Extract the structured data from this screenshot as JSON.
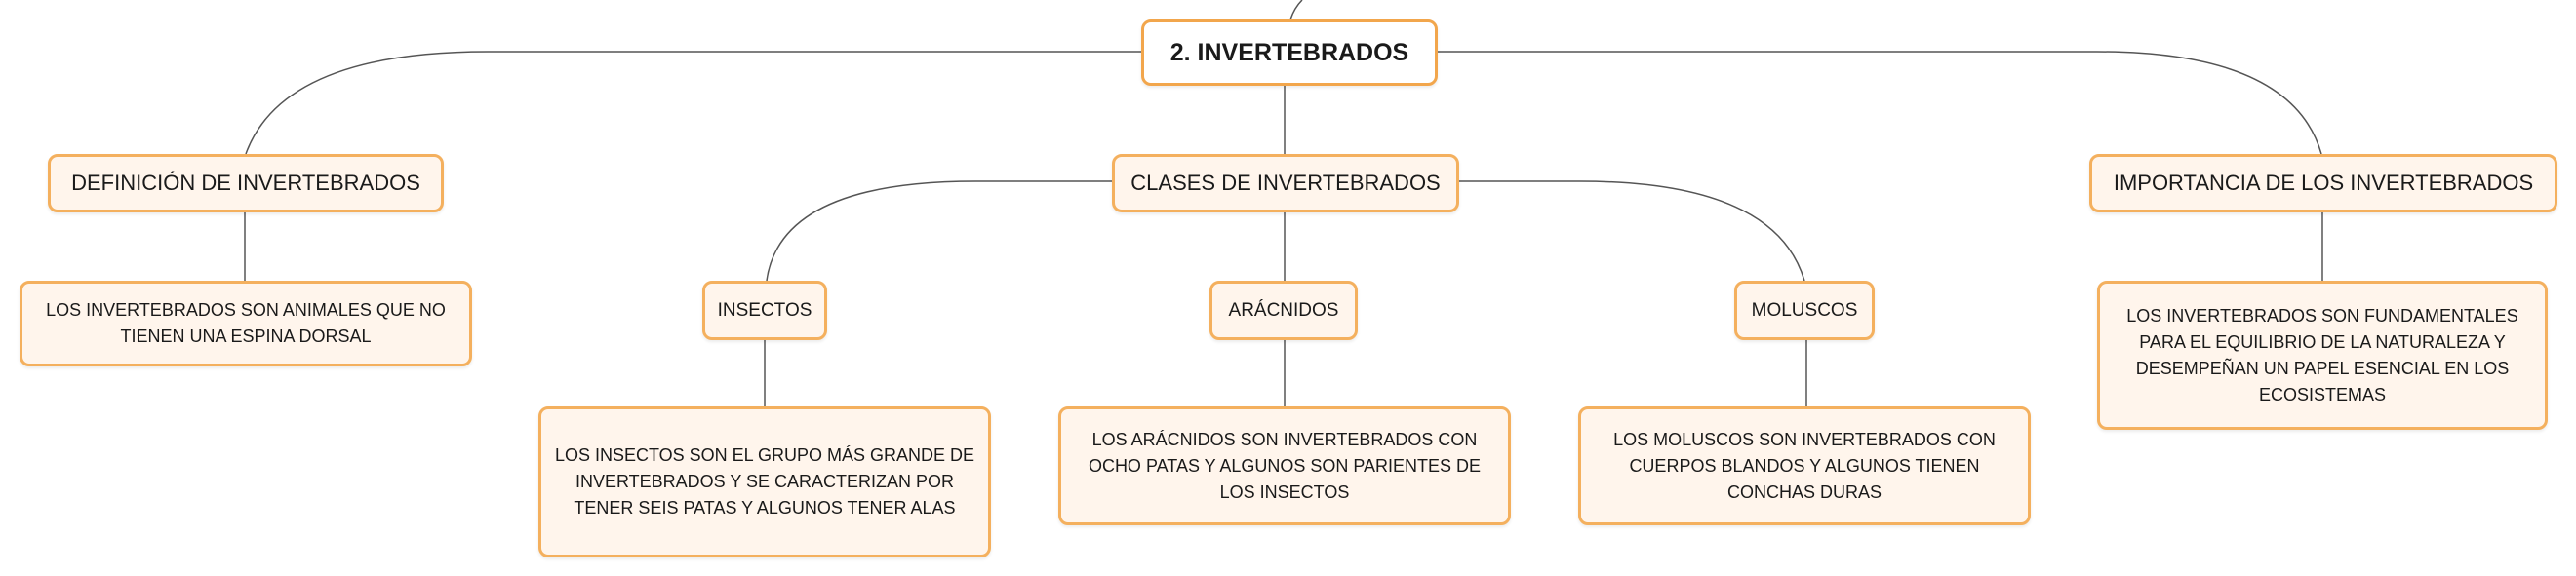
{
  "diagram": {
    "root": {
      "label": "2. INVERTEBRADOS"
    },
    "definicion": {
      "label": "DEFINICIÓN DE INVERTEBRADOS",
      "detail": "LOS INVERTEBRADOS SON ANIMALES QUE NO TIENEN UNA ESPINA DORSAL"
    },
    "clases": {
      "label": "CLASES DE INVERTEBRADOS",
      "insectos": {
        "label": "INSECTOS",
        "detail": "LOS INSECTOS SON EL GRUPO MÁS GRANDE DE INVERTEBRADOS Y SE CARACTERIZAN POR TENER SEIS PATAS Y ALGUNOS TENER ALAS"
      },
      "aracnidos": {
        "label": "ARÁCNIDOS",
        "detail": "LOS ARÁCNIDOS SON INVERTEBRADOS CON OCHO PATAS Y ALGUNOS SON PARIENTES DE LOS INSECTOS"
      },
      "moluscos": {
        "label": "MOLUSCOS",
        "detail": "LOS MOLUSCOS SON INVERTEBRADOS CON CUERPOS BLANDOS Y ALGUNOS TIENEN CONCHAS DURAS"
      }
    },
    "importancia": {
      "label": "IMPORTANCIA DE LOS INVERTEBRADOS",
      "detail": "LOS INVERTEBRADOS SON FUNDAMENTALES PARA EL EQUILIBRIO DE LA NATURALEZA Y DESEMPEÑAN UN PAPEL ESENCIAL EN LOS ECOSISTEMAS"
    },
    "colors": {
      "node_border": "#f4b05e",
      "node_fill": "#fff5ec",
      "connector": "#555555"
    }
  }
}
